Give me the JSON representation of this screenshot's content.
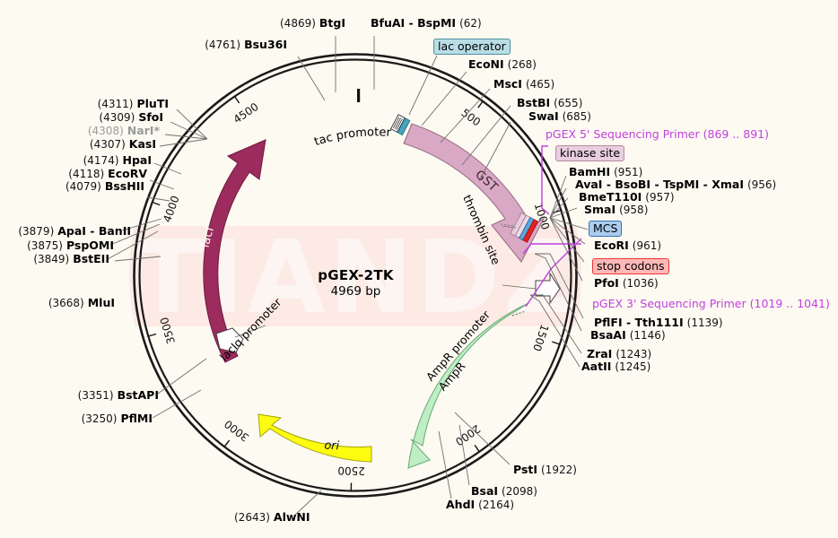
{
  "plasmid": {
    "name": "pGEX-2TK",
    "size_label": "4969 bp",
    "length_bp": 4969,
    "watermark": "TIANDZ",
    "background_color": "#fdfaf1",
    "backbone_color": "#1a1a1a"
  },
  "ruler": {
    "ticks": [
      "500",
      "1000",
      "1500",
      "2000",
      "2500",
      "3000",
      "3500",
      "4000",
      "4500"
    ]
  },
  "features": [
    {
      "name": "tac promoter",
      "label": "tac promoter",
      "color": "#ffffff",
      "type": "promoter"
    },
    {
      "name": "lac operator",
      "label": "lac operator",
      "color": "#b9dde6",
      "type": "misc"
    },
    {
      "name": "GST",
      "label": "GST",
      "color": "#d9a8c4",
      "type": "cds"
    },
    {
      "name": "thrombin site",
      "label": "thrombin site",
      "color": "#ffffff",
      "type": "misc"
    },
    {
      "name": "kinase site",
      "label": "kinase site",
      "color": "#e8cede",
      "type": "misc"
    },
    {
      "name": "MCS",
      "label": "MCS",
      "color": "#aacdf0",
      "type": "misc"
    },
    {
      "name": "stop codons",
      "label": "stop codons",
      "color": "#ee3333",
      "type": "misc"
    },
    {
      "name": "AmpR promoter",
      "label": "AmpR promoter",
      "color": "#bfeec4",
      "type": "promoter"
    },
    {
      "name": "AmpR",
      "label": "AmpR",
      "color": "#bfeec4",
      "type": "cds"
    },
    {
      "name": "ori",
      "label": "ori",
      "color": "#fdfb10",
      "type": "rep_origin"
    },
    {
      "name": "lacIq promoter",
      "label": "lacIq promoter",
      "color": "#ffffff",
      "type": "promoter"
    },
    {
      "name": "lacI",
      "label": "lacI",
      "color": "#9c2b5e",
      "type": "cds"
    }
  ],
  "primers": [
    {
      "label": "pGEX 5' Sequencing Primer",
      "range": "(869 .. 891)",
      "color": "#c03fe0"
    },
    {
      "label": "pGEX 3' Sequencing Primer",
      "range": "(1019 .. 1041)",
      "color": "#c03fe0"
    }
  ],
  "sites": [
    {
      "pos": "(4869)",
      "enz": "BtgI",
      "side": "top",
      "dim": false
    },
    {
      "pos": "(4761)",
      "enz": "Bsu36I",
      "side": "top",
      "dim": false
    },
    {
      "pos": "(62)",
      "enz": "BfuAI - BspMI",
      "side": "top",
      "dim": false,
      "pos_after": true
    },
    {
      "pos": "(268)",
      "enz": "EcoNI",
      "side": "right",
      "dim": false,
      "pos_after": true
    },
    {
      "pos": "(465)",
      "enz": "MscI",
      "side": "right",
      "dim": false,
      "pos_after": true
    },
    {
      "pos": "(655)",
      "enz": "BstBI",
      "side": "right",
      "dim": false,
      "pos_after": true
    },
    {
      "pos": "(685)",
      "enz": "SwaI",
      "side": "right",
      "dim": false,
      "pos_after": true
    },
    {
      "pos": "(951)",
      "enz": "BamHI",
      "side": "right",
      "dim": false,
      "pos_after": true
    },
    {
      "pos": "(956)",
      "enz": "AvaI - BsoBI - TspMI - XmaI",
      "side": "right",
      "dim": false,
      "pos_after": true
    },
    {
      "pos": "(957)",
      "enz": "BmeT110I",
      "side": "right",
      "dim": false,
      "pos_after": true
    },
    {
      "pos": "(958)",
      "enz": "SmaI",
      "side": "right",
      "dim": false,
      "pos_after": true
    },
    {
      "pos": "(961)",
      "enz": "EcoRI",
      "side": "right",
      "dim": false,
      "pos_after": true
    },
    {
      "pos": "(1036)",
      "enz": "PfoI",
      "side": "right",
      "dim": false,
      "pos_after": true
    },
    {
      "pos": "(1139)",
      "enz": "PflFI - Tth111I",
      "side": "right",
      "dim": false,
      "pos_after": true
    },
    {
      "pos": "(1146)",
      "enz": "BsaAI",
      "side": "right",
      "dim": false,
      "pos_after": true
    },
    {
      "pos": "(1243)",
      "enz": "ZraI",
      "side": "right",
      "dim": false,
      "pos_after": true
    },
    {
      "pos": "(1245)",
      "enz": "AatII",
      "side": "right",
      "dim": false,
      "pos_after": true
    },
    {
      "pos": "(1922)",
      "enz": "PstI",
      "side": "bottom",
      "dim": false,
      "pos_after": true
    },
    {
      "pos": "(2098)",
      "enz": "BsaI",
      "side": "bottom",
      "dim": false,
      "pos_after": true
    },
    {
      "pos": "(2164)",
      "enz": "AhdI",
      "side": "bottom",
      "dim": false,
      "pos_after": true
    },
    {
      "pos": "(2643)",
      "enz": "AlwNI",
      "side": "bottom",
      "dim": false
    },
    {
      "pos": "(3250)",
      "enz": "PflMI",
      "side": "left",
      "dim": false
    },
    {
      "pos": "(3351)",
      "enz": "BstAPI",
      "side": "left",
      "dim": false
    },
    {
      "pos": "(3668)",
      "enz": "MluI",
      "side": "left",
      "dim": false
    },
    {
      "pos": "(3849)",
      "enz": "BstEII",
      "side": "left",
      "dim": false
    },
    {
      "pos": "(3875)",
      "enz": "PspOMI",
      "side": "left",
      "dim": false
    },
    {
      "pos": "(3879)",
      "enz": "ApaI - BanII",
      "side": "left",
      "dim": false
    },
    {
      "pos": "(4079)",
      "enz": "BssHII",
      "side": "left",
      "dim": false
    },
    {
      "pos": "(4118)",
      "enz": "EcoRV",
      "side": "left",
      "dim": false
    },
    {
      "pos": "(4174)",
      "enz": "HpaI",
      "side": "left",
      "dim": false
    },
    {
      "pos": "(4307)",
      "enz": "KasI",
      "side": "left",
      "dim": false
    },
    {
      "pos": "(4308)",
      "enz": "NarI*",
      "side": "left",
      "dim": true
    },
    {
      "pos": "(4309)",
      "enz": "SfoI",
      "side": "left",
      "dim": false
    },
    {
      "pos": "(4311)",
      "enz": "PluTI",
      "side": "left",
      "dim": false
    }
  ]
}
